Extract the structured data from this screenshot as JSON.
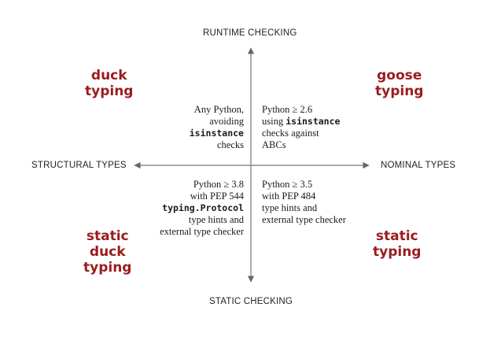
{
  "axes": {
    "top": "RUNTIME CHECKING",
    "bottom": "STATIC CHECKING",
    "left": "STRUCTURAL TYPES",
    "right": "NOMINAL TYPES"
  },
  "corner_labels": {
    "top_left": [
      "duck",
      "typing"
    ],
    "top_right": [
      "goose",
      "typing"
    ],
    "bottom_left": [
      "static",
      "duck",
      "typing"
    ],
    "bottom_right": [
      "static",
      "typing"
    ]
  },
  "quadrants": {
    "top_left": [
      "Any Python,",
      "avoiding",
      "isinstance",
      "checks"
    ],
    "top_right": [
      "Python ≥ 2.6",
      "using isinstance",
      "checks against",
      "ABCs"
    ],
    "bottom_left": [
      "Python ≥ 3.8",
      "with PEP 544",
      "typing.Protocol",
      "type hints and",
      "external type checker"
    ],
    "bottom_right": [
      "Python ≥ 3.5",
      "with PEP 484",
      "type hints and",
      "external type checker"
    ]
  },
  "colors": {
    "label_red": "#9b1c1c",
    "axis": "#555555"
  }
}
